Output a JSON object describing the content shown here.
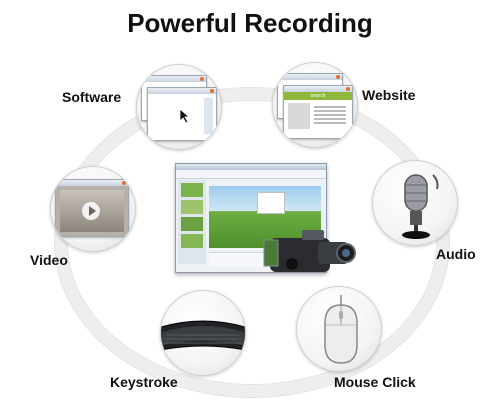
{
  "title": "Powerful Recording",
  "nodes": {
    "software": "Software",
    "website": "Website",
    "audio": "Audio",
    "video": "Video",
    "keystroke": "Keystroke",
    "mouse_click": "Mouse Click"
  },
  "website_header_text": "search",
  "colors": {
    "ring": "#eeeeee",
    "window_accent": "#e2702c",
    "grass": "#5fa53a",
    "sky": "#8ec4ea",
    "website_header": "#8fb83a"
  }
}
